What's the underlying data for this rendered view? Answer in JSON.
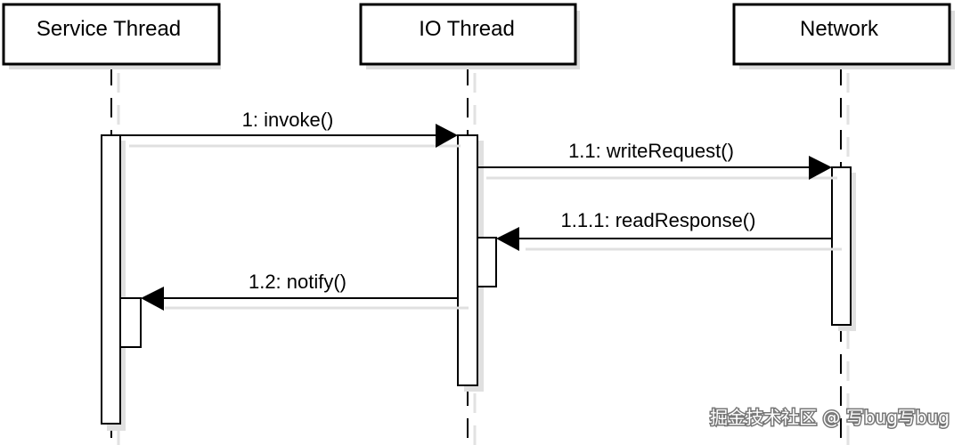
{
  "participants": [
    {
      "id": "service",
      "label": "Service Thread"
    },
    {
      "id": "io",
      "label": "IO Thread"
    },
    {
      "id": "network",
      "label": "Network"
    }
  ],
  "messages": [
    {
      "id": "m1",
      "label": "1: invoke()",
      "from": "service",
      "to": "io"
    },
    {
      "id": "m11",
      "label": "1.1: writeRequest()",
      "from": "io",
      "to": "network"
    },
    {
      "id": "m111",
      "label": "1.1.1: readResponse()",
      "from": "network",
      "to": "io"
    },
    {
      "id": "m12",
      "label": "1.2: notify()",
      "from": "io",
      "to": "service"
    }
  ],
  "watermark": "掘金技术社区 @ 写bug写bug"
}
